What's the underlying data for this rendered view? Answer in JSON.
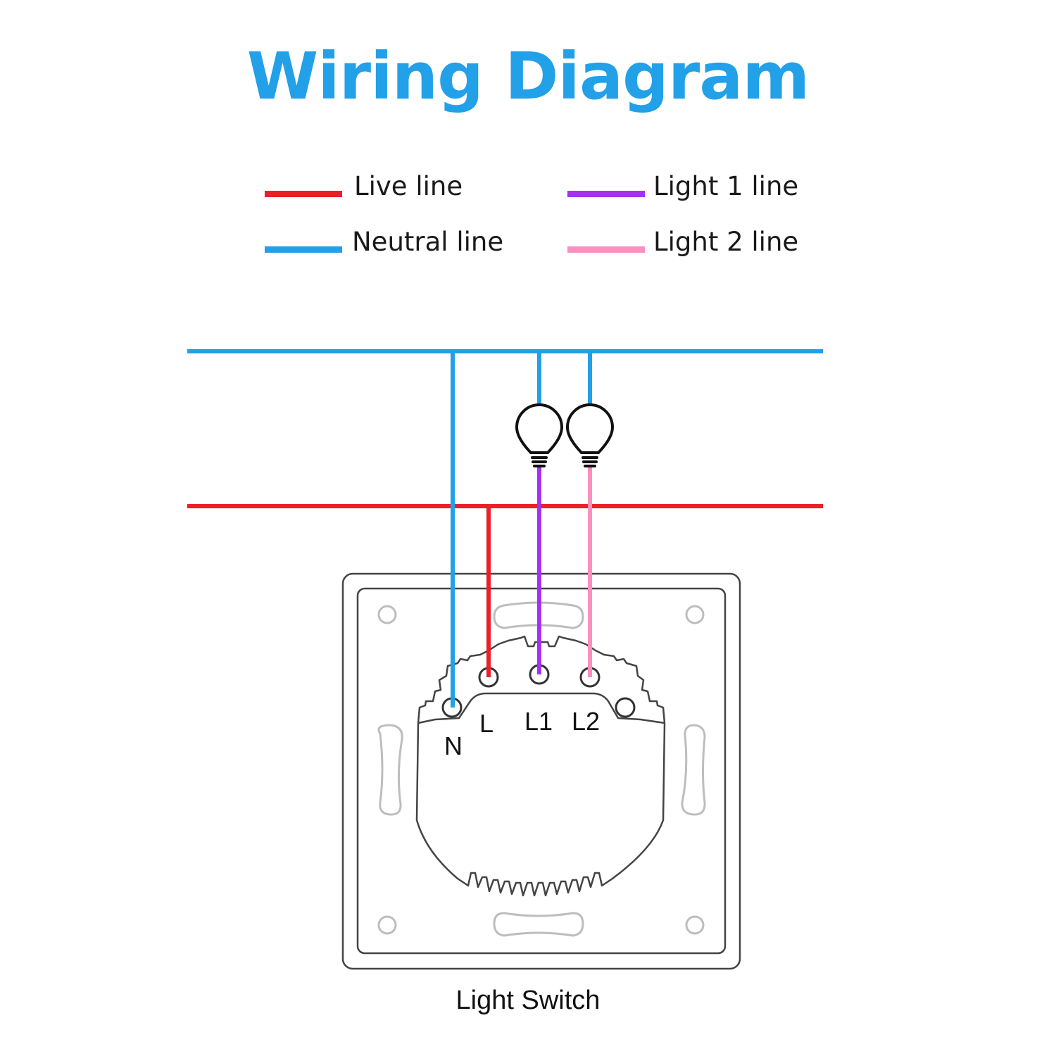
{
  "title": "Wiring Diagram",
  "legend": {
    "live": {
      "label": "Live line",
      "color": "#e8202a"
    },
    "neutral": {
      "label": "Neutral line",
      "color": "#22a0e8"
    },
    "light1": {
      "label": "Light 1 line",
      "color": "#a531f0"
    },
    "light2": {
      "label": "Light 2 line",
      "color": "#fb8fbf"
    }
  },
  "terminals": {
    "n": "N",
    "l": "L",
    "l1": "L1",
    "l2": "L2"
  },
  "caption": "Light Switch"
}
